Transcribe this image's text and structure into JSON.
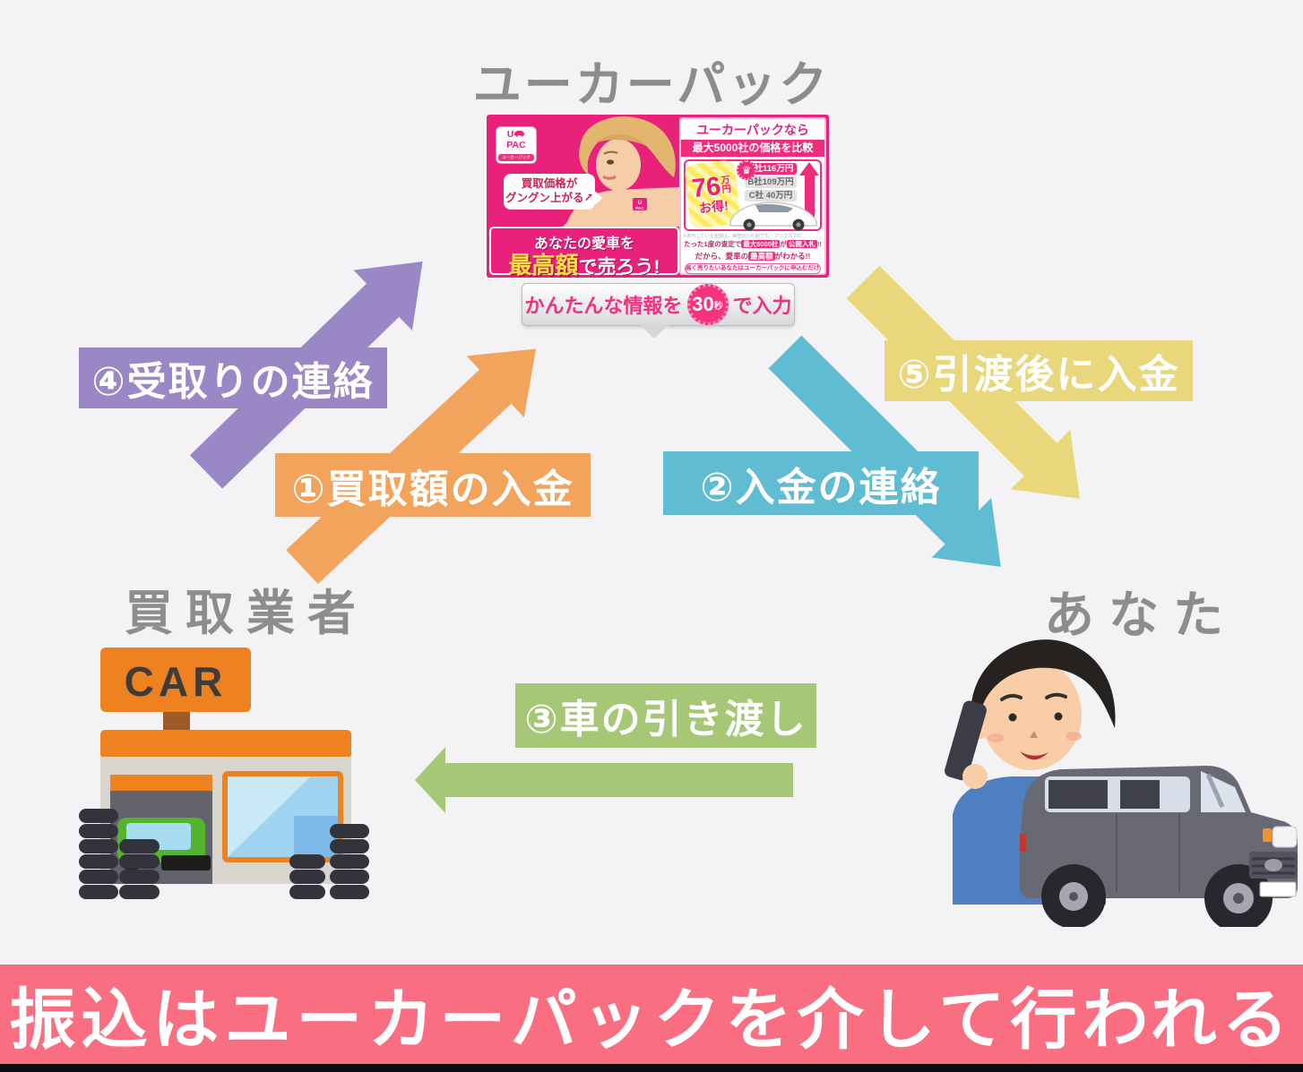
{
  "title": "ユーカーパック",
  "actors": {
    "service": "ユーカーパック",
    "dealer": "買取業者",
    "you": "あなた"
  },
  "steps": [
    {
      "label": "①買取額の入金",
      "color": "#f3a45c",
      "from": "買取業者",
      "to": "ユーカーパック"
    },
    {
      "label": "②入金の連絡",
      "color": "#5fbcd3",
      "from": "ユーカーパック",
      "to": "あなた"
    },
    {
      "label": "③車の引き渡し",
      "color": "#a6c775",
      "from": "あなた",
      "to": "買取業者"
    },
    {
      "label": "④受取りの連絡",
      "color": "#9a87c5",
      "from": "買取業者",
      "to": "ユーカーパック"
    },
    {
      "label": "⑤引渡後に入金",
      "color": "#e9d87b",
      "from": "ユーカーパック",
      "to": "あなた"
    }
  ],
  "ad": {
    "logo": {
      "u": "U",
      "pac": "PAC",
      "sub": "ユーカーパック"
    },
    "bubble": {
      "line1": "買取価格が",
      "line2": "グングン上がる↗"
    },
    "tattoo": {
      "u": "U",
      "pac": "PAC"
    },
    "slogan": {
      "line1": "あなたの愛車を",
      "highlight": "最高額",
      "rest": "で売ろう!"
    },
    "panel": {
      "header1": "ユーカーパックなら",
      "header2": "最大5000社の価格を比較",
      "discount": {
        "num": "76",
        "unit": "万円",
        "word": "お得!"
      },
      "crown_glyph": "♛",
      "prices": [
        {
          "text": "A社116万円"
        },
        {
          "text": "B社109万円"
        },
        {
          "text": "C社 40万円"
        }
      ],
      "fineprint": "※表示している金額は、実際の入札額です。 プリウス 2012年式 125km 査定時期2017年10月",
      "line1": {
        "pre": "たった1度の査定で",
        "hl1": "最大5000社",
        "mid": "が",
        "hl2": "公開入札",
        "post": "!!"
      },
      "line2": {
        "pre": "だから、愛車の",
        "hl": "最高額",
        "post": "がわかる!!"
      },
      "pill": "高く売りたいあなたはユーカーパックに申込むだけでOK♪"
    }
  },
  "input_bar": {
    "pre": "かんたんな情報を",
    "num": "30",
    "unit": "秒",
    "post": "で入力"
  },
  "dealer_sign": "CAR",
  "banner": "振込はユーカーパックを介して行われる",
  "colors": {
    "step1_orange": "#f3a45c",
    "step2_teal": "#5fbcd3",
    "step3_green": "#a6c775",
    "step4_purple": "#9a87c5",
    "step5_yellow": "#e9d87b",
    "ad_magenta": "#e8217a",
    "banner_pink": "#f96e81",
    "label_gray": "#8d8d8d"
  }
}
